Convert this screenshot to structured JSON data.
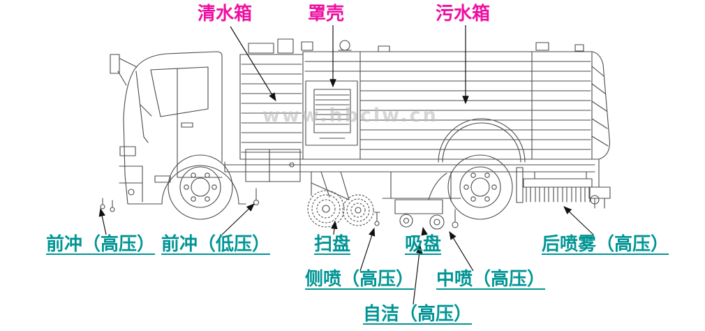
{
  "diagram": {
    "watermark": "www.hbclw.cn",
    "colors": {
      "top_label": "#ee0fa0",
      "bottom_label": "#009494",
      "leader_line": "#111111",
      "line_art": "#4a4a4a",
      "background": "#ffffff"
    },
    "labels": {
      "clean_water_tank": "清水箱",
      "cover_shell": "罩壳",
      "sewage_tank": "污水箱",
      "front_flush_high": "前冲（高压）",
      "front_flush_low": "前冲（低压）",
      "sweep_disc": "扫盘",
      "suction_disc": "吸盘",
      "rear_mist_high": "后喷雾（高压）",
      "side_spray_high": "侧喷（高压）",
      "mid_spray_high": "中喷（高压）",
      "self_clean_high": "自洁（高压）"
    }
  }
}
